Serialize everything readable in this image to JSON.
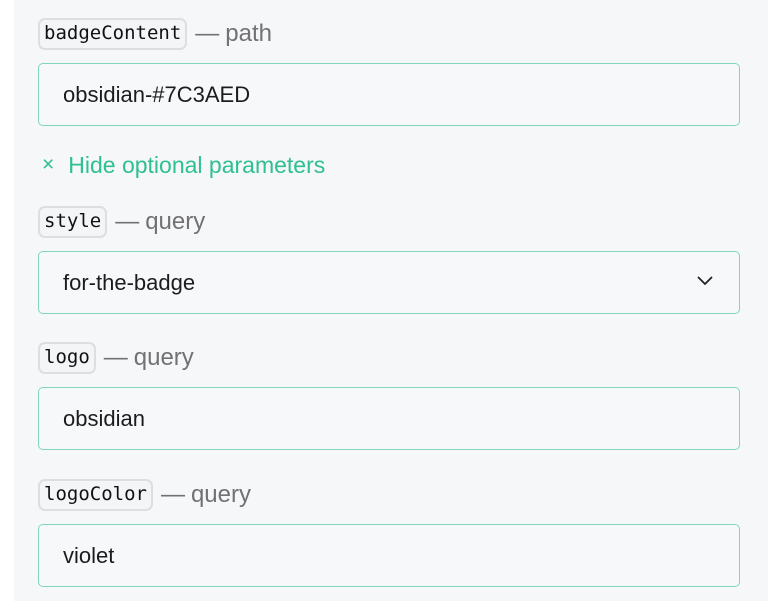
{
  "fields": [
    {
      "name": "badgeContent",
      "kind": "path",
      "value": "obsidian-#7C3AED",
      "type": "text"
    },
    {
      "name": "style",
      "kind": "query",
      "value": "for-the-badge",
      "type": "select"
    },
    {
      "name": "logo",
      "kind": "query",
      "value": "obsidian",
      "type": "text"
    },
    {
      "name": "logoColor",
      "kind": "query",
      "value": "violet",
      "type": "text"
    }
  ],
  "toggle": {
    "icon": "close-icon",
    "label": "Hide optional parameters"
  },
  "separator": "—",
  "colors": {
    "accent": "#2fbf92",
    "border": "#7fd8ba",
    "background": "#f6f7f9"
  }
}
